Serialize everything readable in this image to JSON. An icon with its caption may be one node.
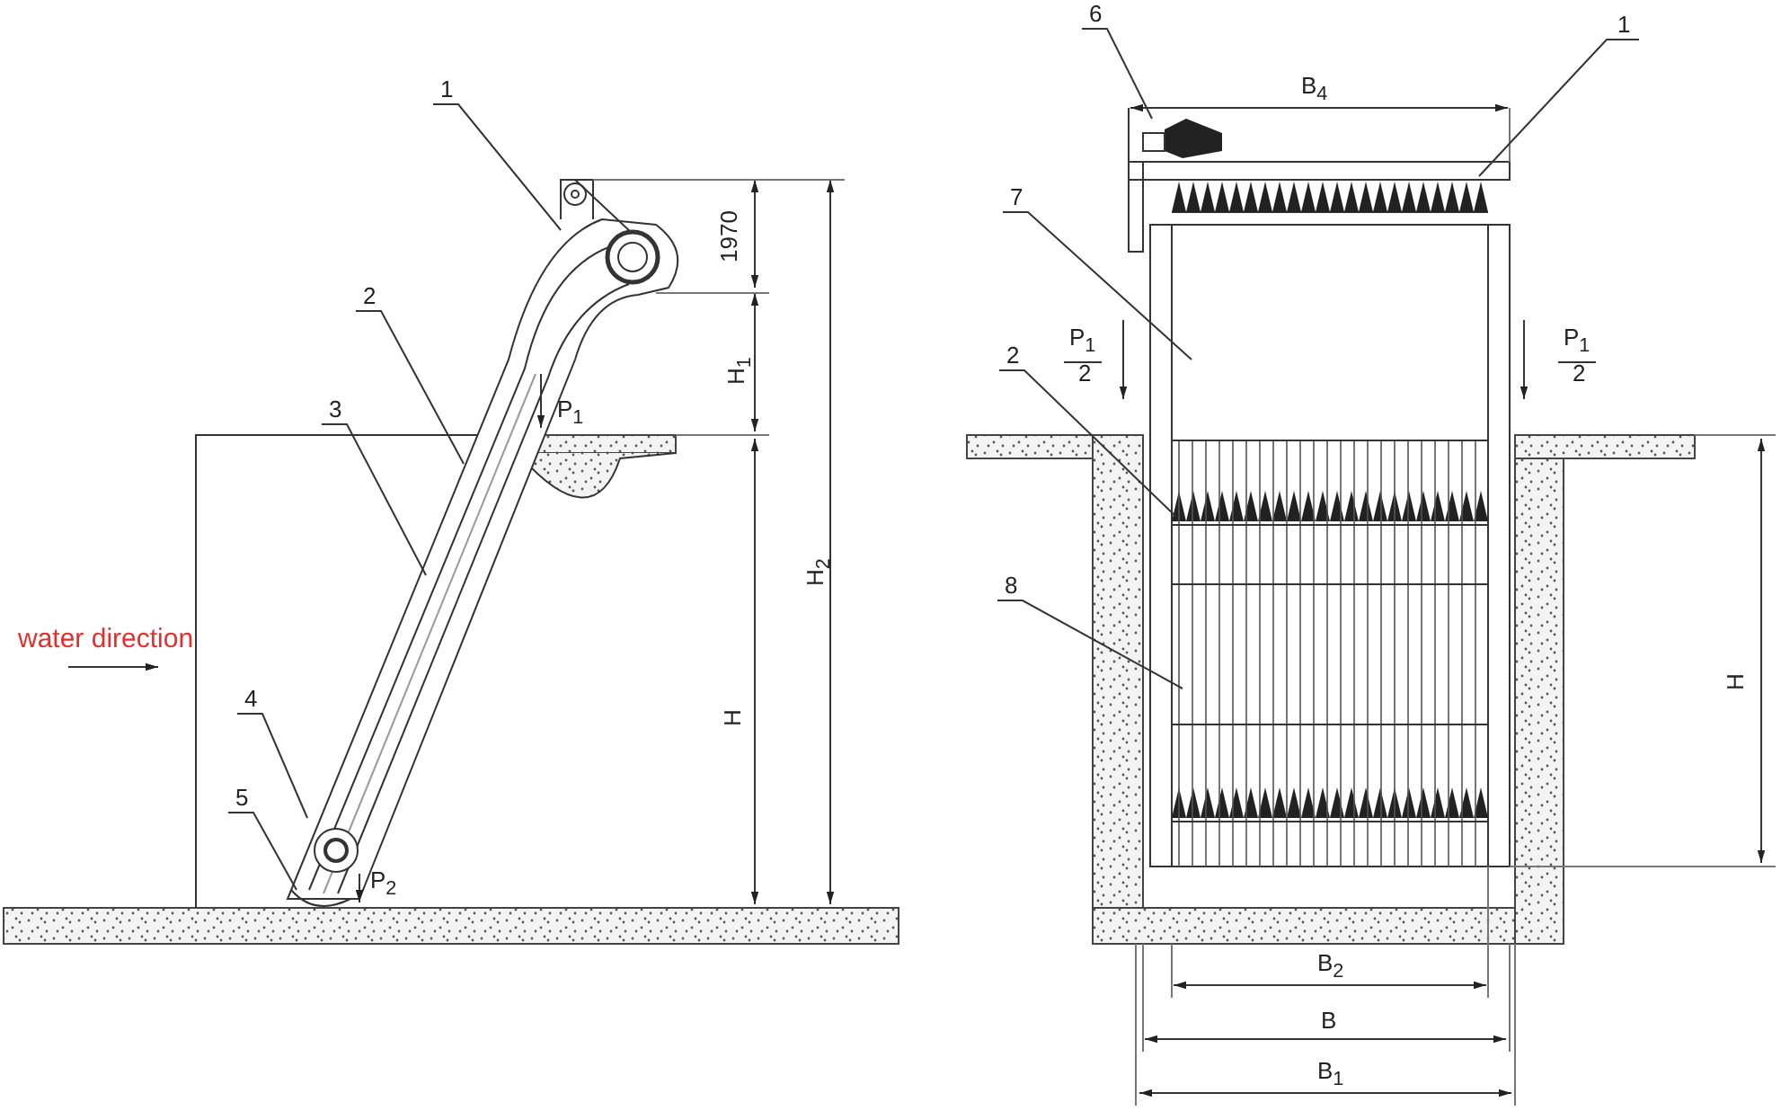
{
  "diagram": {
    "nodes": [
      {
        "text": [
          "1"
        ]
      },
      {
        "text": [
          "2"
        ]
      },
      {
        "text": [
          "3"
        ]
      },
      {
        "text": [
          "4"
        ]
      },
      {
        "text": [
          "5"
        ]
      },
      {
        "text": [
          "6"
        ]
      },
      {
        "text": [
          "1"
        ]
      },
      {
        "text": [
          "7"
        ]
      },
      {
        "text": [
          "2"
        ]
      },
      {
        "text": [
          "8"
        ]
      }
    ],
    "edges": [
      {
        "from": 0,
        "to": null,
        "arrow": "none"
      },
      {
        "from": 1,
        "to": null,
        "arrow": "none"
      },
      {
        "from": 2,
        "to": null,
        "arrow": "none"
      },
      {
        "from": 3,
        "to": null,
        "arrow": "none"
      },
      {
        "from": 4,
        "to": null,
        "arrow": "none"
      },
      {
        "from": 5,
        "to": null,
        "arrow": "none"
      },
      {
        "from": 6,
        "to": null,
        "arrow": "none"
      },
      {
        "from": 7,
        "to": null,
        "arrow": "none"
      },
      {
        "from": 8,
        "to": null,
        "arrow": "none"
      },
      {
        "from": 9,
        "to": null,
        "arrow": "none"
      }
    ],
    "labels": [
      "1970",
      "H$_{1}$",
      "P$_{1}$",
      "H$_{2}$",
      "water direction",
      "H",
      "P$_{2}$",
      "B$_{4}$",
      "P$_{1}$",
      "2",
      "P$_{1}$",
      "2",
      "H",
      "B$_{2}$",
      "B",
      "B$_{1}$"
    ]
  }
}
